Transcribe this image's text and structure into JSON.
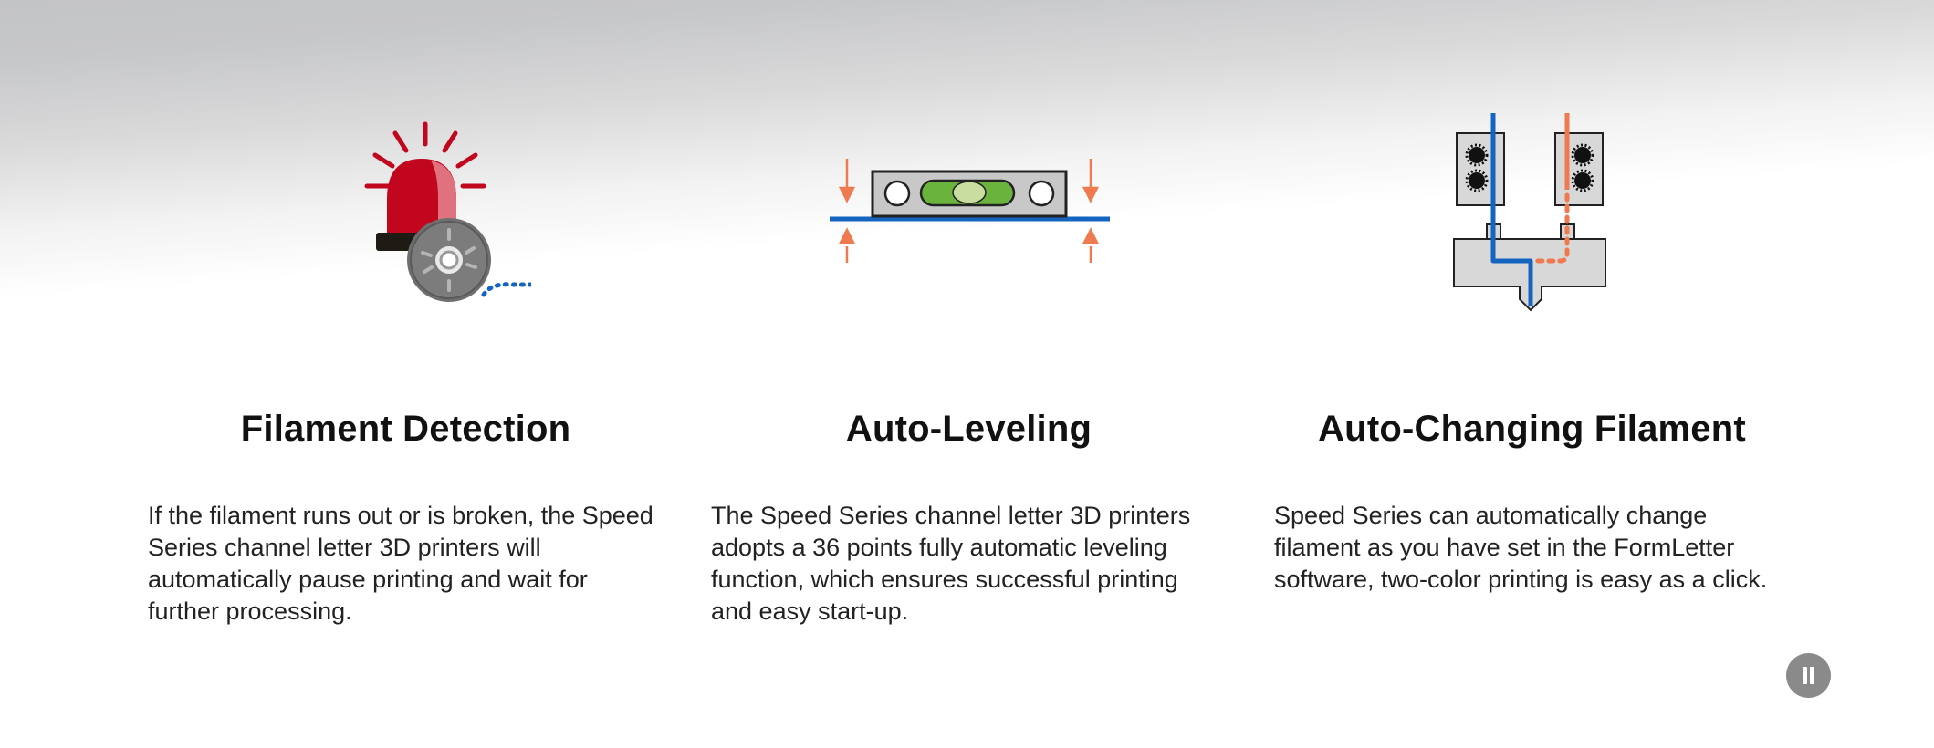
{
  "features": [
    {
      "icon": "alarm-beacon-filament-spool-icon",
      "title": "Filament Detection",
      "description": "If the filament runs out or is broken, the Speed Series channel letter 3D printers will automatically pause printing and wait for further processing."
    },
    {
      "icon": "spirit-level-icon",
      "title": "Auto-Leveling",
      "description": "The Speed Series channel letter 3D printers adopts a 36 points fully automatic leveling function, which ensures successful printing and easy start-up."
    },
    {
      "icon": "dual-extruder-icon",
      "title": "Auto-Changing Filament",
      "description": "Speed Series can automatically change filament as you have set in the FormLetter software, two-color printing is easy as a click."
    }
  ],
  "controls": {
    "pause_icon": "pause-icon"
  },
  "colors": {
    "alarm_red": "#c1061d",
    "filament_blue": "#1565c0",
    "accent_orange": "#f07a50",
    "level_green": "#6ab43e",
    "button_gray": "#8a8a8a"
  }
}
